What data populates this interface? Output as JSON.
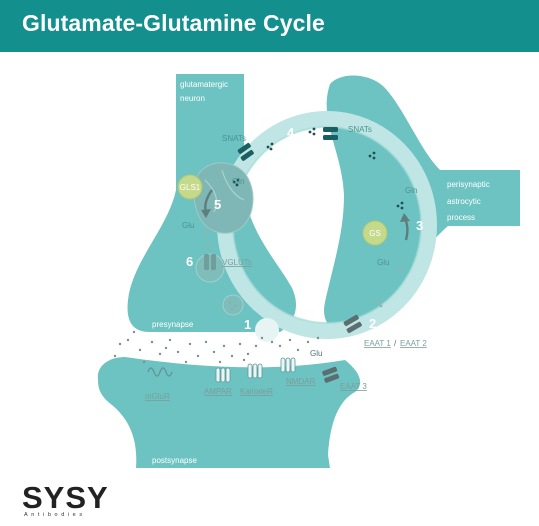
{
  "title": "Glutamate-Glutamine Cycle",
  "labels": {
    "glutamatergic_neuron": [
      "glutamatergic",
      "neuron"
    ],
    "perisynaptic_astrocytic_process": [
      "perisynaptic",
      "astrocytic",
      "process"
    ],
    "presynapse": "presynapse",
    "postsynapse": "postsynapse",
    "snats_left": "SNATs",
    "snats_right": "SNATs",
    "gln_left": "Gln",
    "gln_right": "Gln",
    "glu_left": "Glu",
    "glu_right": "Glu",
    "glu_cleft": "Glu",
    "gls1": "GLS1",
    "gs": "GS",
    "vgluts": "VGLUTs",
    "eaat1": "EAAT 1",
    "eaat_sep": "/",
    "eaat2": "EAAT 2",
    "eaat3": "EAAT 3",
    "mglur": "mGluR",
    "ampar": "AMPAR",
    "kainater": "KainateR",
    "nmdar": "NMDAR"
  },
  "steps": [
    "1",
    "2",
    "3",
    "4",
    "5",
    "6"
  ],
  "logo": {
    "main": "SYSY",
    "sub": "Antibodies"
  },
  "colors": {
    "header": "#138f8e",
    "cell": "#6cc3c1",
    "cycle_ring": "#bfe5e4",
    "transporter": "#1c5f63",
    "gls1": "#c5d98a",
    "gs": "#c5d98a"
  }
}
